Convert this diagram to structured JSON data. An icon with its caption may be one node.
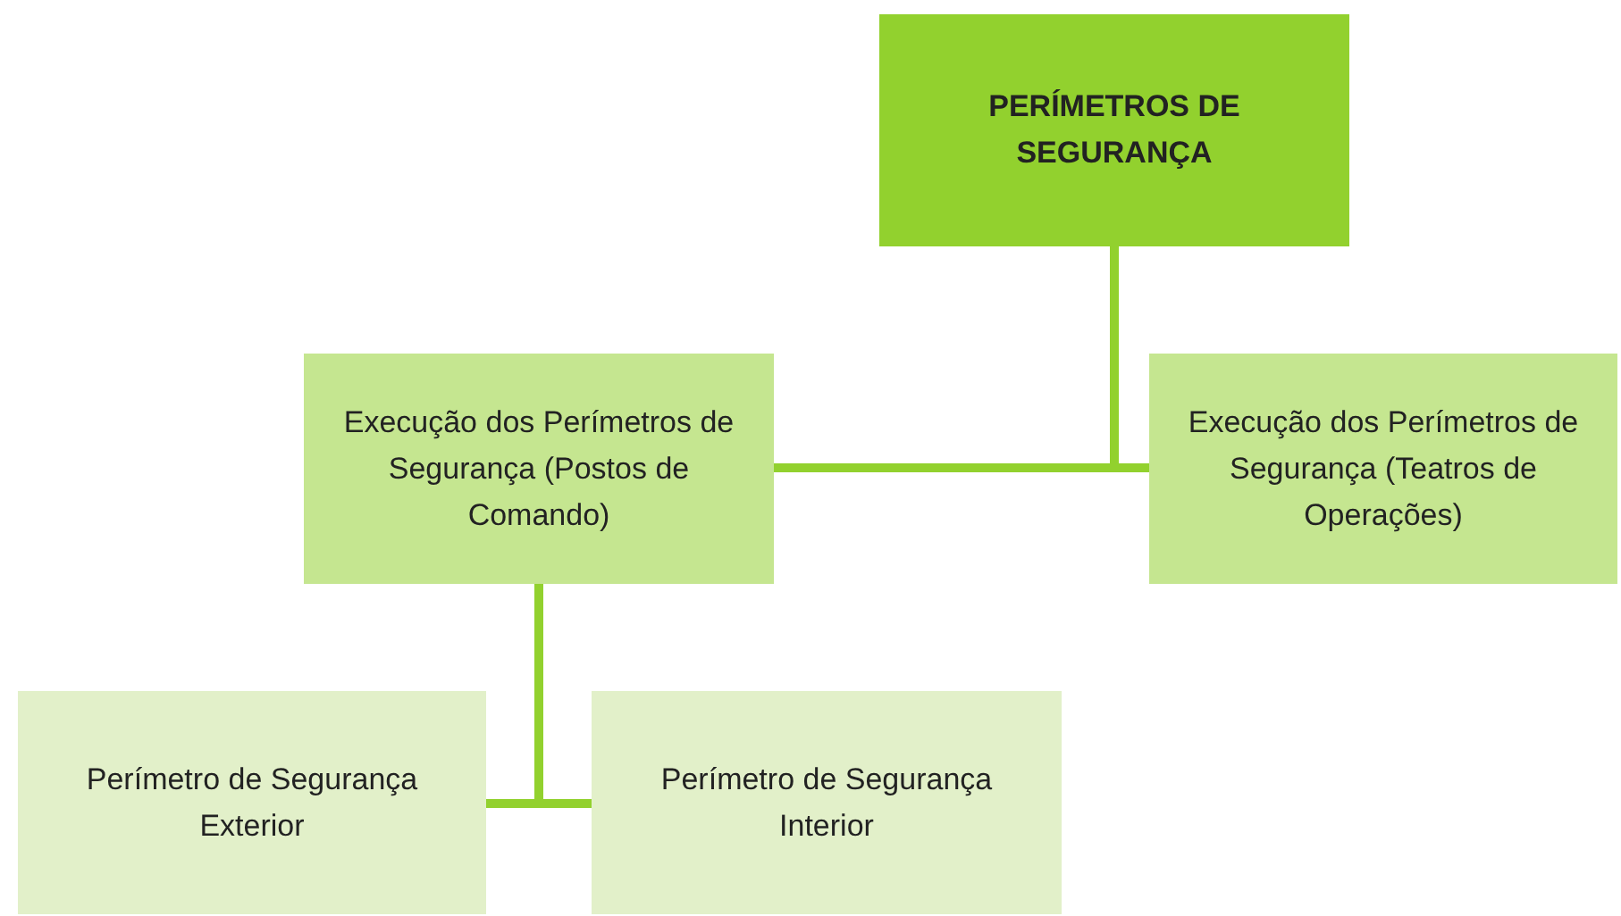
{
  "diagram": {
    "nodes": [
      {
        "text": [
          "PERÍMETROS DE SEGURANÇA"
        ]
      },
      {
        "text": [
          "Execução dos Perímetros de Segurança (Postos de Comando)"
        ]
      },
      {
        "text": [
          "Execução dos Perímetros de Segurança (Teatros de Operações)"
        ]
      },
      {
        "text": [
          "Perímetro de Segurança Exterior"
        ]
      },
      {
        "text": [
          "Perímetro de Segurança Interior"
        ]
      }
    ],
    "edges": [
      {
        "from": 0,
        "to": 1,
        "arrow": "none"
      },
      {
        "from": 0,
        "to": 2,
        "arrow": "none"
      },
      {
        "from": 1,
        "to": 3,
        "arrow": "none"
      },
      {
        "from": 1,
        "to": 4,
        "arrow": "none"
      }
    ]
  }
}
